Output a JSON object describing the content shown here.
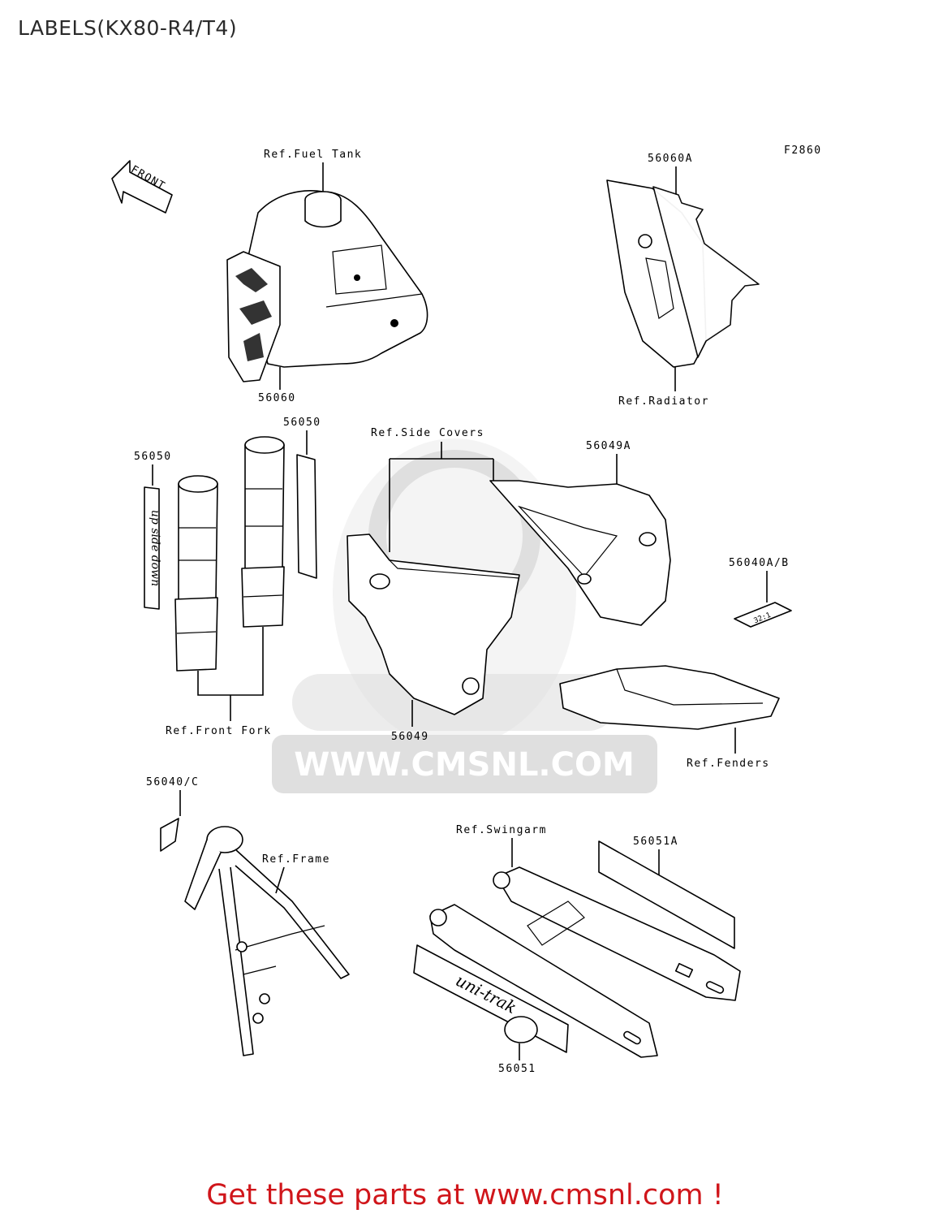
{
  "title": "LABELS(KX80-R4/T4)",
  "figure_code": "F2860",
  "front_arrow": "FRONT",
  "watermark": "WWW.CMSNL.COM",
  "footer": "Get these parts at www.cmsnl.com !",
  "labels": {
    "fuel_tank": "Ref.Fuel Tank",
    "p56060A": "56060A",
    "p56060": "56060",
    "radiator": "Ref.Radiator",
    "p56050_left": "56050",
    "p56050_right": "56050",
    "side_covers": "Ref.Side Covers",
    "p56049A": "56049A",
    "p56040AB": "56040A/B",
    "p56049": "56049",
    "front_fork": "Ref.Front Fork",
    "fenders": "Ref.Fenders",
    "p56040C": "56040/C",
    "frame": "Ref.Frame",
    "swingarm": "Ref.Swingarm",
    "p56051A": "56051A",
    "p56051": "56051"
  },
  "decals": {
    "fork_label": "up side down",
    "swingarm_label": "uni-trak",
    "plate": "32:1"
  },
  "colors": {
    "footer": "#d0161b",
    "watermark": "#dcdcdc"
  }
}
